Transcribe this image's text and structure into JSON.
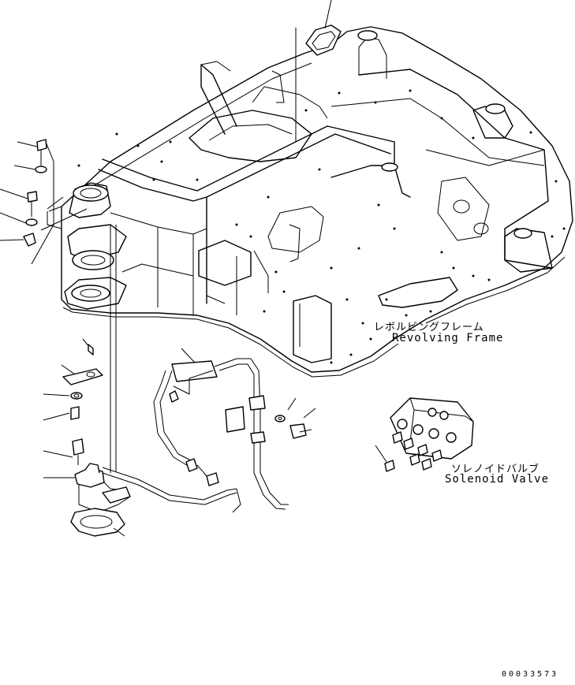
{
  "labels": {
    "frame_jp": "レボルビングフレーム",
    "frame_en": "Revolving Frame",
    "valve_jp": "ソレノイドバルブ",
    "valve_en": "Solenoid Valve",
    "drawing_code": "00033573"
  },
  "colors": {
    "line": "#000000",
    "background": "#ffffff"
  }
}
